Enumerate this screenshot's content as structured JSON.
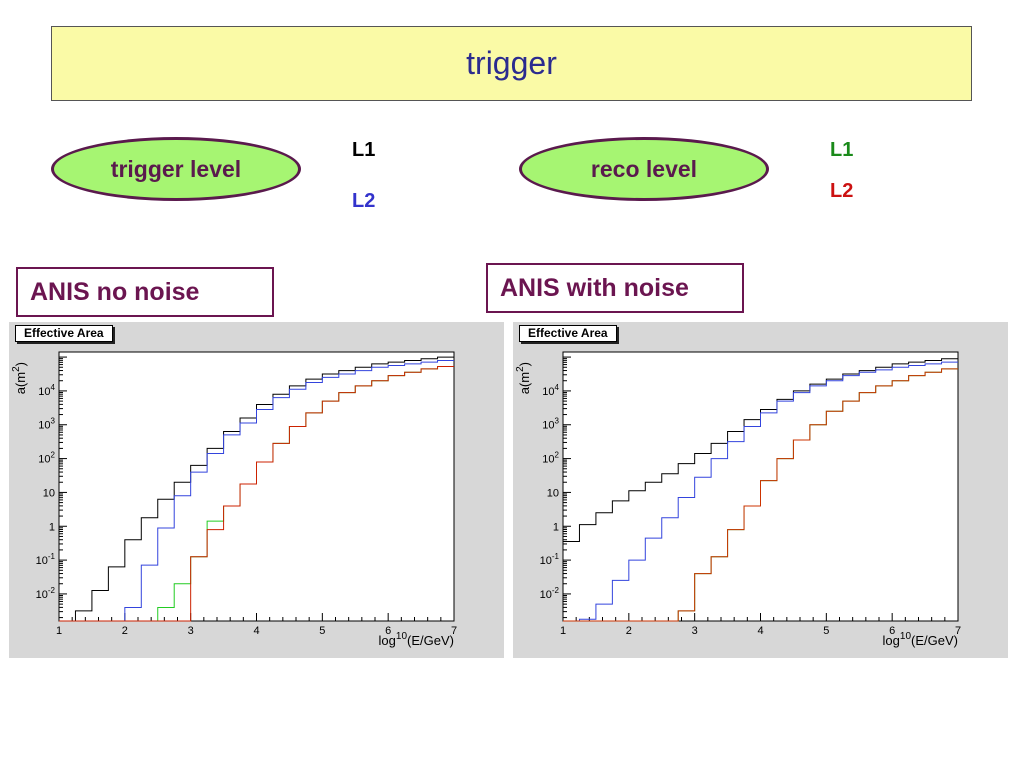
{
  "header": {
    "title": "trigger"
  },
  "legend_left": {
    "pill": "trigger level",
    "l1": "L1",
    "l2": "L2",
    "l1_color": "#000000",
    "l2_color": "#3333cc"
  },
  "legend_right": {
    "pill": "reco level",
    "l1": "L1",
    "l2": "L2",
    "l1_color": "#1a8a1a",
    "l2_color": "#cc1111"
  },
  "boxes": {
    "left": "ANIS no noise",
    "right": "ANIS with noise"
  },
  "chart_data": [
    {
      "type": "line",
      "step": true,
      "title": "Effective Area",
      "xlabel_parts": [
        "log",
        "10",
        "(E/GeV)"
      ],
      "ylabel_parts": [
        "a(m",
        "2",
        ")"
      ],
      "xlim": [
        1,
        7
      ],
      "ylim_log10": [
        -2.8,
        5.15
      ],
      "log_y": true,
      "x_ticks": [
        "1",
        "2",
        "3",
        "4",
        "5",
        "6",
        "7"
      ],
      "y_ticks": [
        {
          "base": "10",
          "exp": "-2",
          "log": -2
        },
        {
          "base": "10",
          "exp": "-1",
          "log": -1
        },
        {
          "base": "1",
          "exp": "",
          "log": 0
        },
        {
          "base": "10",
          "exp": "",
          "log": 1
        },
        {
          "base": "10",
          "exp": "2",
          "log": 2
        },
        {
          "base": "10",
          "exp": "3",
          "log": 3
        },
        {
          "base": "10",
          "exp": "4",
          "log": 4
        }
      ],
      "bin_edges": [
        1,
        1.25,
        1.5,
        1.75,
        2,
        2.25,
        2.5,
        2.75,
        3,
        3.25,
        3.5,
        3.75,
        4,
        4.25,
        4.5,
        4.75,
        5,
        5.25,
        5.5,
        5.75,
        6,
        6.25,
        6.5,
        6.75,
        7
      ],
      "series": [
        {
          "color": "#000000",
          "log10_values": [
            -3,
            -2.5,
            -1.9,
            -1.2,
            -0.4,
            0.25,
            0.8,
            1.3,
            1.8,
            2.3,
            2.8,
            3.2,
            3.6,
            3.9,
            4.15,
            4.35,
            4.5,
            4.6,
            4.7,
            4.8,
            4.85,
            4.9,
            4.95,
            5.0
          ]
        },
        {
          "color": "#3344dd",
          "log10_values": [
            -5,
            -5,
            -5,
            -5,
            -2.4,
            -1.15,
            -0.05,
            0.9,
            1.6,
            2.15,
            2.7,
            3.05,
            3.45,
            3.8,
            4.05,
            4.25,
            4.4,
            4.5,
            4.6,
            4.7,
            4.75,
            4.8,
            4.85,
            4.9
          ]
        },
        {
          "color": "#22cc22",
          "log10_values": [
            -5,
            -5,
            -5,
            -5,
            -5,
            -5,
            -2.4,
            -1.7,
            -0.9,
            0.15,
            0.6,
            1.25,
            1.9,
            2.45,
            2.95,
            3.35,
            3.7,
            3.95,
            4.15,
            4.3,
            4.45,
            4.55,
            4.65,
            4.72
          ]
        },
        {
          "color": "#cc2200",
          "log10_values": [
            -5,
            -5,
            -5,
            -5,
            -5,
            -5,
            -5,
            -5,
            -0.9,
            -0.1,
            0.6,
            1.25,
            1.9,
            2.45,
            2.95,
            3.35,
            3.7,
            3.95,
            4.15,
            4.3,
            4.45,
            4.55,
            4.65,
            4.72
          ]
        }
      ]
    },
    {
      "type": "line",
      "step": true,
      "title": "Effective Area",
      "xlabel_parts": [
        "log",
        "10",
        "(E/GeV)"
      ],
      "ylabel_parts": [
        "a(m",
        "2",
        ")"
      ],
      "xlim": [
        1,
        7
      ],
      "ylim_log10": [
        -2.8,
        5.15
      ],
      "log_y": true,
      "x_ticks": [
        "1",
        "2",
        "3",
        "4",
        "5",
        "6",
        "7"
      ],
      "y_ticks": [
        {
          "base": "10",
          "exp": "-2",
          "log": -2
        },
        {
          "base": "10",
          "exp": "-1",
          "log": -1
        },
        {
          "base": "1",
          "exp": "",
          "log": 0
        },
        {
          "base": "10",
          "exp": "",
          "log": 1
        },
        {
          "base": "10",
          "exp": "2",
          "log": 2
        },
        {
          "base": "10",
          "exp": "3",
          "log": 3
        },
        {
          "base": "10",
          "exp": "4",
          "log": 4
        }
      ],
      "bin_edges": [
        1,
        1.25,
        1.5,
        1.75,
        2,
        2.25,
        2.5,
        2.75,
        3,
        3.25,
        3.5,
        3.75,
        4,
        4.25,
        4.5,
        4.75,
        5,
        5.25,
        5.5,
        5.75,
        6,
        6.25,
        6.5,
        6.75,
        7
      ],
      "series": [
        {
          "color": "#000000",
          "log10_values": [
            -0.45,
            0.05,
            0.4,
            0.75,
            1.05,
            1.3,
            1.55,
            1.85,
            2.15,
            2.45,
            2.8,
            3.15,
            3.45,
            3.75,
            4.0,
            4.2,
            4.35,
            4.5,
            4.6,
            4.7,
            4.8,
            4.85,
            4.9,
            4.95
          ]
        },
        {
          "color": "#3344dd",
          "log10_values": [
            -5,
            -2.75,
            -2.3,
            -1.6,
            -1.0,
            -0.35,
            0.25,
            0.85,
            1.45,
            2.0,
            2.5,
            2.95,
            3.35,
            3.7,
            3.95,
            4.15,
            4.3,
            4.45,
            4.55,
            4.62,
            4.7,
            4.75,
            4.8,
            4.85
          ]
        },
        {
          "color": "#22aa22",
          "log10_values": [
            -5,
            -5,
            -5,
            -5,
            -5,
            -5,
            -5,
            -2.5,
            -1.4,
            -0.9,
            -0.1,
            0.6,
            1.35,
            2.0,
            2.55,
            3.0,
            3.4,
            3.7,
            3.95,
            4.15,
            4.3,
            4.45,
            4.55,
            4.65
          ]
        },
        {
          "color": "#cc3300",
          "log10_values": [
            -5,
            -5,
            -5,
            -5,
            -5,
            -5,
            -5,
            -2.5,
            -1.4,
            -0.9,
            -0.1,
            0.6,
            1.35,
            2.0,
            2.55,
            3.0,
            3.4,
            3.7,
            3.95,
            4.15,
            4.3,
            4.45,
            4.55,
            4.65
          ]
        }
      ]
    }
  ]
}
